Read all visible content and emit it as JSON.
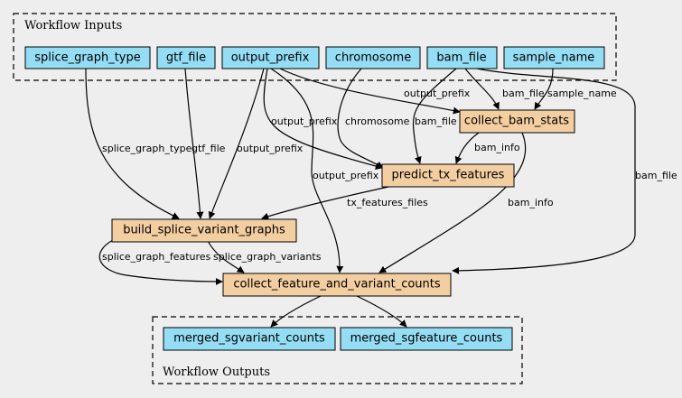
{
  "clusters": {
    "inputs_label": "Workflow Inputs",
    "outputs_label": "Workflow Outputs"
  },
  "nodes": {
    "splice_graph_type": "splice_graph_type",
    "gtf_file": "gtf_file",
    "output_prefix": "output_prefix",
    "chromosome": "chromosome",
    "bam_file": "bam_file",
    "sample_name": "sample_name",
    "collect_bam_stats": "collect_bam_stats",
    "predict_tx_features": "predict_tx_features",
    "build_splice_variant_graphs": "build_splice_variant_graphs",
    "collect_feature_and_variant_counts": "collect_feature_and_variant_counts",
    "merged_sgvariant_counts": "merged_sgvariant_counts",
    "merged_sgfeature_counts": "merged_sgfeature_counts"
  },
  "edge_labels": {
    "op_to_cbs": "output_prefix",
    "bam_to_cbs": "bam_file",
    "sample_to_cbs": "sample_name",
    "op_to_ptf": "output_prefix",
    "chrom_to_ptf": "chromosome",
    "bam_to_ptf": "bam_file",
    "cbs_to_ptf": "bam_info",
    "sgt_to_bsvg": "splice_graph_type",
    "gtf_to_bsvg": "gtf_file",
    "op_to_bsvg": "output_prefix",
    "op_to_cfvc": "output_prefix",
    "bam_to_cfvc": "bam_file",
    "ptf_to_bsvg": "tx_features_files",
    "cbs_to_cfvc": "bam_info",
    "bsvg_feat_to_cfvc": "splice_graph_features",
    "bsvg_var_to_cfvc": "splice_graph_variants"
  }
}
